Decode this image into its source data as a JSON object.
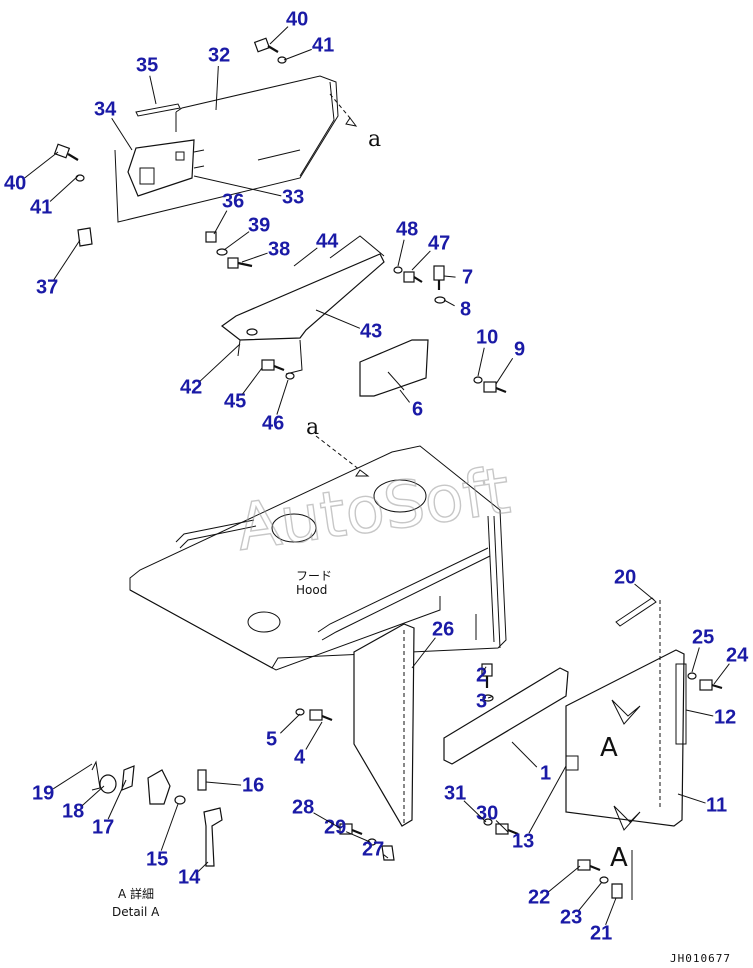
{
  "watermark": "AutoSoft",
  "drawing_code": "JH010677",
  "hood_label_jp": "フード",
  "hood_label_en": "Hood",
  "detail_label_jp": "A 詳細",
  "detail_label_en": "Detail A",
  "ref_a_small": "a",
  "ref_a_big": "A",
  "parts": [
    {
      "n": "40"
    },
    {
      "n": "41"
    },
    {
      "n": "32"
    },
    {
      "n": "35"
    },
    {
      "n": "34"
    },
    {
      "n": "40"
    },
    {
      "n": "41"
    },
    {
      "n": "33"
    },
    {
      "n": "36"
    },
    {
      "n": "39"
    },
    {
      "n": "38"
    },
    {
      "n": "37"
    },
    {
      "n": "44"
    },
    {
      "n": "48"
    },
    {
      "n": "47"
    },
    {
      "n": "7"
    },
    {
      "n": "8"
    },
    {
      "n": "43"
    },
    {
      "n": "10"
    },
    {
      "n": "9"
    },
    {
      "n": "42"
    },
    {
      "n": "45"
    },
    {
      "n": "46"
    },
    {
      "n": "6"
    },
    {
      "n": "20"
    },
    {
      "n": "25"
    },
    {
      "n": "24"
    },
    {
      "n": "26"
    },
    {
      "n": "2"
    },
    {
      "n": "3"
    },
    {
      "n": "12"
    },
    {
      "n": "5"
    },
    {
      "n": "4"
    },
    {
      "n": "1"
    },
    {
      "n": "19"
    },
    {
      "n": "18"
    },
    {
      "n": "16"
    },
    {
      "n": "17"
    },
    {
      "n": "28"
    },
    {
      "n": "31"
    },
    {
      "n": "30"
    },
    {
      "n": "11"
    },
    {
      "n": "29"
    },
    {
      "n": "13"
    },
    {
      "n": "15"
    },
    {
      "n": "27"
    },
    {
      "n": "14"
    },
    {
      "n": "22"
    },
    {
      "n": "23"
    },
    {
      "n": "21"
    }
  ]
}
